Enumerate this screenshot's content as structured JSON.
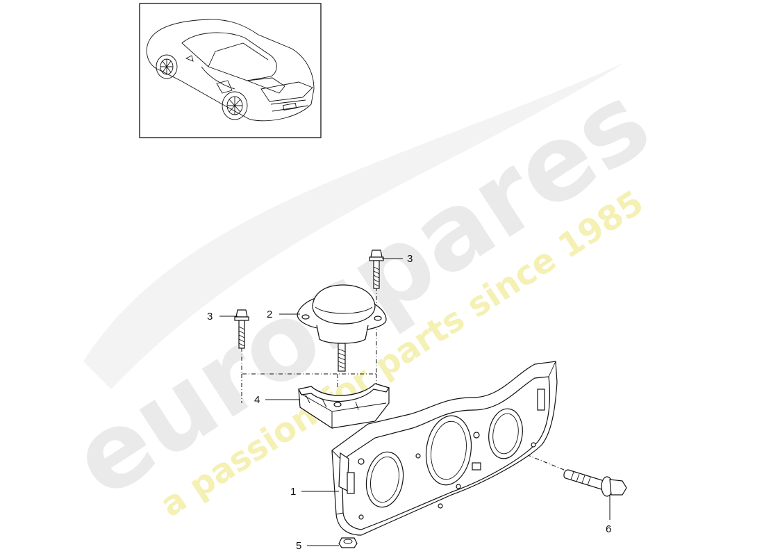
{
  "watermark": {
    "brand": "eurospares",
    "tagline": "a passion for parts since 1985",
    "brand_color": "#d9d9d9",
    "tagline_color": "#f2ec9a"
  },
  "thumbnail": {
    "icon": "porsche-911-turbo-car-icon"
  },
  "callouts": [
    {
      "id": "1",
      "label": "1",
      "part": "transmission-carrier-bracket"
    },
    {
      "id": "2",
      "label": "2",
      "part": "transmission-mount"
    },
    {
      "id": "3a",
      "label": "3",
      "part": "hex-bolt-right"
    },
    {
      "id": "3b",
      "label": "3",
      "part": "hex-bolt-left"
    },
    {
      "id": "4",
      "label": "4",
      "part": "mount-support-bracket"
    },
    {
      "id": "5",
      "label": "5",
      "part": "nut"
    },
    {
      "id": "6",
      "label": "6",
      "part": "flange-bolt"
    }
  ]
}
